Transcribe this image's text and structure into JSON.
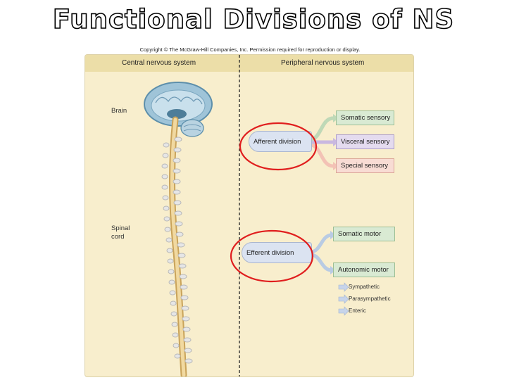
{
  "title": "Functional Divisions of NS",
  "copyright": "Copyright © The McGraw-Hill Companies, Inc. Permission required for reproduction or display.",
  "headers": {
    "cns": "Central nervous system",
    "pns": "Peripheral nervous system"
  },
  "cns_labels": {
    "brain": "Brain",
    "spinal_line1": "Spinal",
    "spinal_line2": "cord"
  },
  "divisions": {
    "afferent": "Afferent division",
    "efferent": "Efferent division"
  },
  "afferent_branches": [
    "Somatic sensory",
    "Visceral sensory",
    "Special sensory"
  ],
  "efferent_branches": [
    "Somatic motor",
    "Autonomic motor"
  ],
  "autonomic_subdivisions": [
    "Sympathetic",
    "Parasympathetic",
    "Enteric"
  ],
  "colors": {
    "background": "#f8eecd",
    "header": "#ecdea8",
    "somatic_sensory": "#d9ead3",
    "visceral_sensory": "#e4dbef",
    "special_sensory": "#f8dcd4",
    "motor": "#d9ead3",
    "division_bubble": "#dbe3f1",
    "highlight_circle": "#e01e1e"
  }
}
